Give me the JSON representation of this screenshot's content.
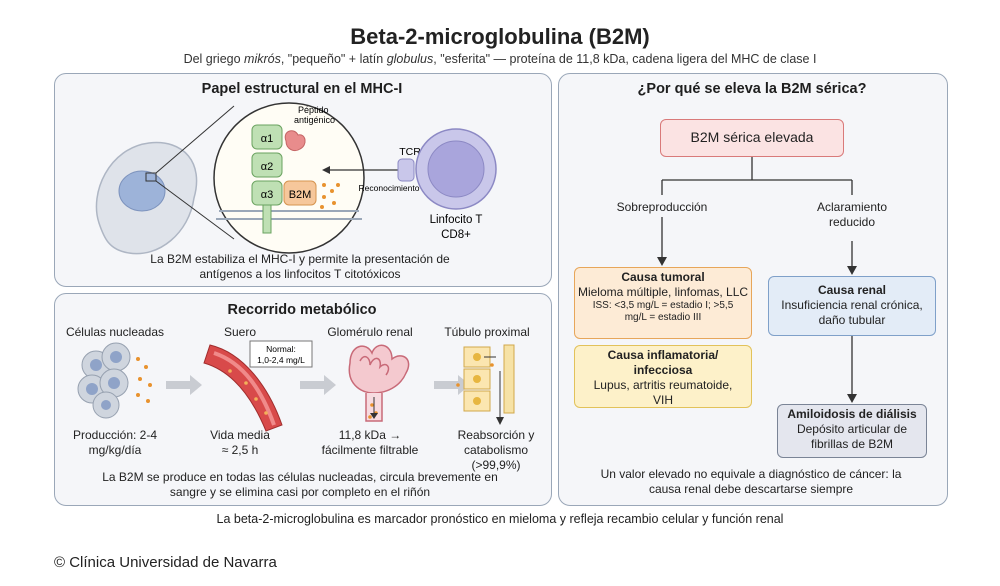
{
  "header": {
    "title": "Beta-2-microglobulina (B2M)",
    "subtitle_parts": [
      "Del griego ",
      "mikrós",
      ", \"pequeño\" + latín ",
      "globulus",
      ", \"esferita\" — proteína de 11,8 kDa, cadena ligera del MHC de clase I"
    ]
  },
  "structural": {
    "title": "Papel estructural en el MHC-I",
    "labels": {
      "a1": "α1",
      "a2": "α2",
      "a3": "α3",
      "b2m": "B2M",
      "peptide": "Péptido antigénico",
      "tcr": "TCR",
      "recognition": "Reconocimiento",
      "tcell": "Linfocito T",
      "cd8": "CD8+"
    },
    "caption": "La B2M estabiliza el MHC-I y permite la presentación de antígenos a los linfocitos T citotóxicos"
  },
  "metabolic": {
    "title": "Recorrido metabólico",
    "stages": [
      {
        "name": "Células nucleadas",
        "desc": "Producción: 2-4 mg/kg/día"
      },
      {
        "name": "Suero",
        "desc": "Vida media ≈ 2,5 h"
      },
      {
        "name": "Glomérulo renal",
        "desc": "11,8 kDa → fácilmente filtrable"
      },
      {
        "name": "Túbulo proximal",
        "desc": "Reabsorción y catabolismo (>99,9%)"
      }
    ],
    "normal_label": "Normal:",
    "normal_value": "1,0-2,4 mg/L",
    "caption": "La B2M se produce en todas las células nucleadas, circula brevemente en sangre y se elimina casi por completo en el riñón"
  },
  "why": {
    "title": "¿Por qué se eleva la B2M sérica?",
    "root": "B2M sérica elevada",
    "branch_left": "Sobreproducción",
    "branch_right": "Aclaramiento reducido",
    "tumor": {
      "title": "Causa tumoral",
      "text": "Mieloma múltiple, linfomas, LLC",
      "iss": "ISS: <3,5 mg/L = estadio I; >5,5 mg/L = estadio III"
    },
    "inflam": {
      "title": "Causa inflamatoria/ infecciosa",
      "text": "Lupus, artritis reumatoide, VIH"
    },
    "renal": {
      "title": "Causa renal",
      "text": "Insuficiencia renal crónica, daño tubular"
    },
    "amyloid": {
      "title": "Amiloidosis de diálisis",
      "text": "Depósito articular de fibrillas de B2M"
    },
    "caption": "Un valor elevado no equivale a diagnóstico de cáncer: la causa renal debe descartarse siempre"
  },
  "footer": "La beta-2-microglobulina es marcador pronóstico en mieloma y refleja recambio celular y función renal",
  "copyright": "© Clínica Universidad de Navarra",
  "colors": {
    "panel_border": "#9aa7b8",
    "panel_bg": "#f5f6f9",
    "root_fill": "#fbe3e3",
    "root_border": "#d97a7a",
    "tumor_fill": "#fdebd6",
    "tumor_border": "#e7a65a",
    "inflam_fill": "#fdf1c9",
    "inflam_border": "#e2c25a",
    "renal_fill": "#e3ecf7",
    "renal_border": "#7fa0c9",
    "amyloid_fill": "#e4e6ee",
    "amyloid_border": "#7a8496",
    "mhc_green": "#bfe0b4",
    "b2m_orange": "#f6c79b"
  }
}
